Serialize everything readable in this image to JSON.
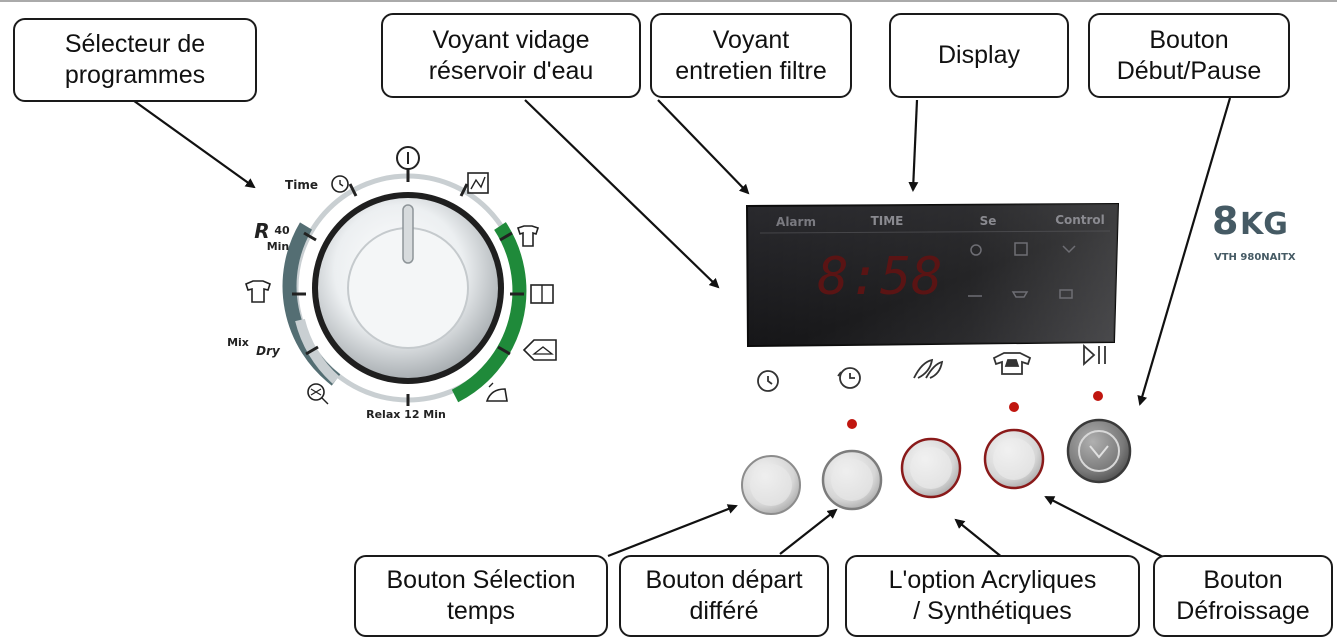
{
  "callouts": {
    "program_selector": "Sélecteur de\nprogrammes",
    "water_tank_light": "Voyant vidage\nréservoir d'eau",
    "filter_light": "Voyant\nentretien filtre",
    "display": "Display",
    "start_pause": "Bouton\nDébut/Pause",
    "time_button": "Bouton Sélection\ntemps",
    "delay_button": "Bouton départ\ndifféré",
    "acrylic_option": "L'option  Acryliques\n/ Synthétiques",
    "anti_crease": "Bouton\nDéfroissage"
  },
  "dial": {
    "time_label": "Time",
    "r40_label": "R",
    "r40_num": "40",
    "r40_unit": "Min",
    "mix_dry_label": "Mix",
    "mix_dry_label2": "Dry",
    "relax_label": "Relax 12 Min"
  },
  "display": {
    "alarm_label": "Alarm",
    "time_label": "TIME",
    "sensor_label": "Se",
    "control_label": "Control",
    "digits": "8:58"
  },
  "brand": {
    "capacity_num": "8",
    "capacity_unit": "KG",
    "model": "VTH 980NAITX"
  },
  "colors": {
    "accent_green": "#1f8a3a",
    "dial_dark": "#546e73",
    "led_red": "#c0160f",
    "display_bg": "#1c1c1f"
  },
  "icons": {
    "time_button": "clock-icon",
    "delay_button": "delay-start-icon",
    "acrylic_button": "feather-icon",
    "anti_crease_button": "shirt-iron-icon",
    "start_pause_button": "play-pause-icon"
  }
}
